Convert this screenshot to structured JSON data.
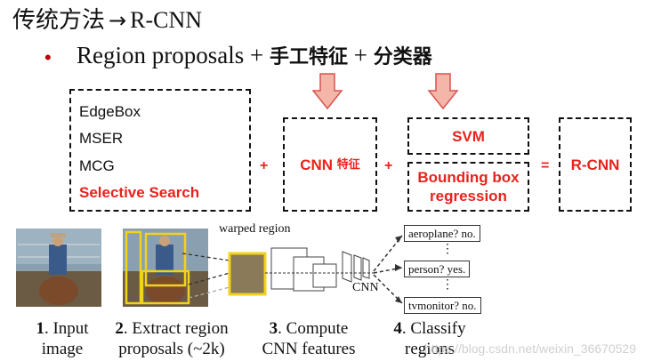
{
  "title": {
    "prefix": "传统方法",
    "arrow": "→",
    "suffix": "R-CNN"
  },
  "bullet": {
    "dot": "•",
    "text_en": "Region proposals + ",
    "hand": "手工特征",
    "plus": " + ",
    "classifier": "分类器"
  },
  "proposals": {
    "items": [
      "EdgeBox",
      "MSER",
      "MCG"
    ],
    "highlight": "Selective Search"
  },
  "operators": {
    "plus": "+",
    "equals": "="
  },
  "cnn_box": {
    "label": "CNN",
    "cn": "特征"
  },
  "svm_box": "SVM",
  "bbox_box": {
    "line1": "Bounding box",
    "line2": "regression"
  },
  "result_box": "R-CNN",
  "pipeline": {
    "warped": "warped region",
    "cnn": "CNN",
    "dots": "⋮",
    "labels": [
      "aeroplane? no.",
      "person? yes.",
      "tvmonitor? no."
    ],
    "steps": [
      {
        "num": "1",
        "line1": ". Input",
        "line2": "image"
      },
      {
        "num": "2",
        "line1": ". Extract region",
        "line2": "proposals (~2k)"
      },
      {
        "num": "3",
        "line1": ". Compute",
        "line2": "CNN features"
      },
      {
        "num": "4",
        "line1": ". Classify",
        "line2": "regions"
      }
    ]
  },
  "watermark": "https://blog.csdn.net/weixin_36670529",
  "colors": {
    "accent_red": "#e8231c",
    "arrow_fill": "#f4b6a8",
    "arrow_stroke": "#d9534f",
    "yellow": "#f2d21b"
  }
}
